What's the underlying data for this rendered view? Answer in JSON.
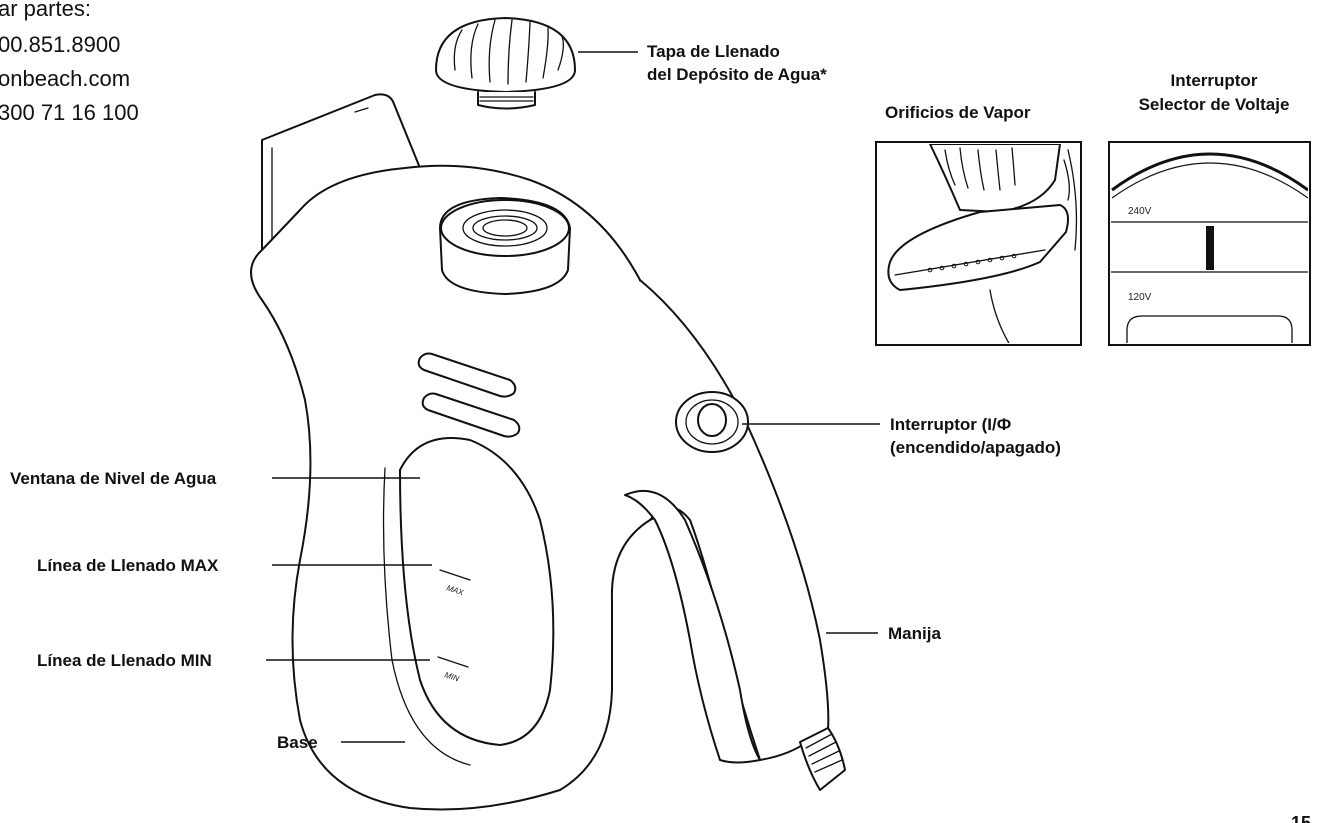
{
  "corner_text": {
    "line1": "ar partes:",
    "line2": "00.851.8900",
    "line3": "onbeach.com",
    "line4": "300 71 16 100"
  },
  "labels": {
    "fill_cap_line1": "Tapa de Llenado",
    "fill_cap_line2": "del Depósito de Agua*",
    "steam_holes": "Orificios de Vapor",
    "voltage_switch_line1": "Interruptor",
    "voltage_switch_line2": "Selector de Voltaje",
    "power_switch_line1": "Interruptor (I/Ф",
    "power_switch_line2": "(encendido/apagado)",
    "water_window": "Ventana de Nivel de Agua",
    "max_line": "Línea de Llenado MAX",
    "min_line": "Línea de Llenado MIN",
    "base": "Base",
    "handle": "Manija"
  },
  "voltage_inset": {
    "upper": "240V",
    "lower": "120V"
  },
  "body_marks": {
    "max": "MAX",
    "min": "MIN"
  },
  "page_number": "15"
}
